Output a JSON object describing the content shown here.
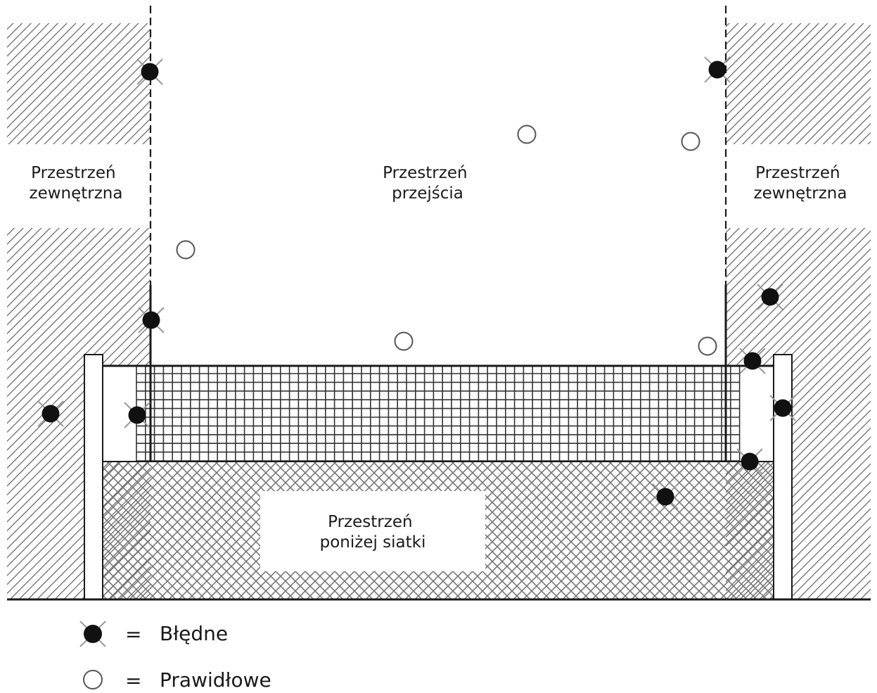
{
  "zones": {
    "outer_left": {
      "line1": "Przestrzeń",
      "line2": "zewnętrzna"
    },
    "crossing": {
      "line1": "Przestrzeń",
      "line2": "przejścia"
    },
    "outer_right": {
      "line1": "Przestrzeń",
      "line2": "zewnętrzna"
    },
    "below_net": {
      "line1": "Przestrzeń",
      "line2": "poniżej siatki"
    }
  },
  "legend": {
    "equals": "=",
    "fault_label": "Błędne",
    "correct_label": "Prawidłowe"
  },
  "colors": {
    "line": "#1a1a1a",
    "hatch": "#555555",
    "fault_ball": "#111111",
    "correct_ball": "#ffffff"
  },
  "ball_icons": {
    "fault": "filled-ball-with-cross-icon",
    "correct": "hollow-ball-icon"
  }
}
